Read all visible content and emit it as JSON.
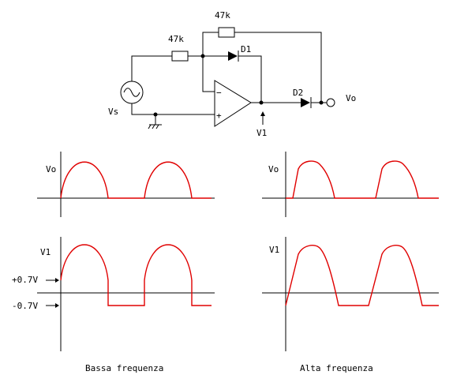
{
  "circuit": {
    "r_feedback_label": "47k",
    "r_input_label": "47k",
    "d1_label": "D1",
    "d2_label": "D2",
    "vo_label": "Vo",
    "vs_label": "Vs",
    "v1_label": "V1",
    "opamp_minus": "−",
    "opamp_plus": "+"
  },
  "panels": {
    "low_vo_label": "Vo",
    "low_v1_label": "V1",
    "high_vo_label": "Vo",
    "high_v1_label": "V1",
    "plus_threshold": "+0.7V",
    "minus_threshold": "-0.7V",
    "caption_low": "Bassa frequenza",
    "caption_high": "Alta frequenza"
  },
  "colors": {
    "wave": "#e00000",
    "wire": "#000000"
  }
}
